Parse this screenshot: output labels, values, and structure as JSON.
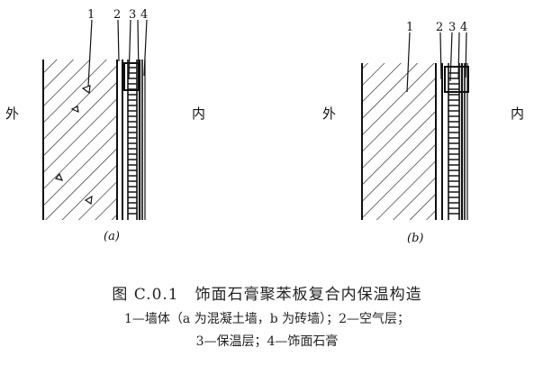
{
  "panels": [
    {
      "outside_label": "外",
      "inside_label": "内",
      "layer_numbers": [
        "1",
        "2",
        "3",
        "4"
      ],
      "sublabel": "(a)",
      "wall_type": "混凝土墙"
    },
    {
      "outside_label": "外",
      "inside_label": "内",
      "layer_numbers": [
        "1",
        "2",
        "3",
        "4"
      ],
      "sublabel": "(b)",
      "wall_type": "砖墙"
    }
  ],
  "caption": {
    "title": "图 C.0.1　饰面石膏聚苯板复合内保温构造",
    "line1": "1—墙体（a 为混凝土墙，b 为砖墙）；2—空气层；",
    "line2": "3—保温层；4—饰面石膏"
  },
  "colors": {
    "ink": "#111111",
    "paper": "#ffffff"
  }
}
